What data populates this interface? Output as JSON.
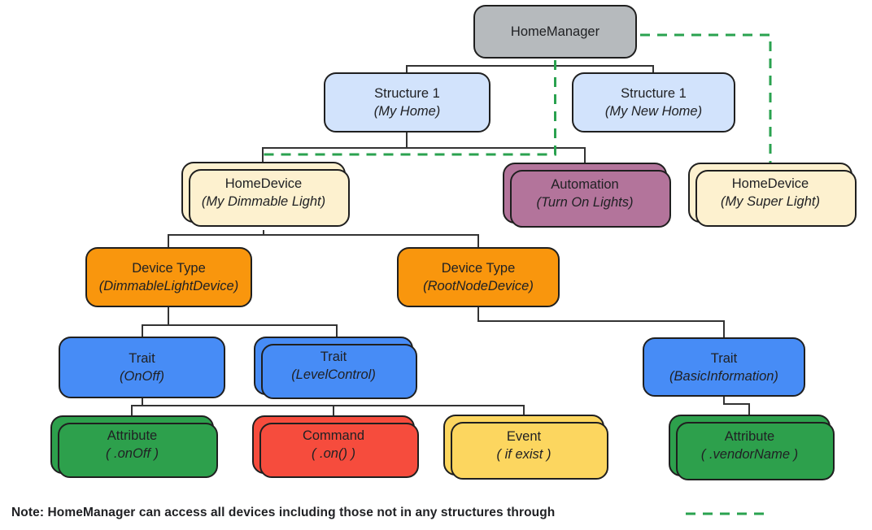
{
  "nodes": {
    "homemanager": {
      "title": "HomeManager",
      "subtitle": ""
    },
    "structure_my_home": {
      "title": "Structure 1",
      "subtitle": "(My Home)"
    },
    "structure_my_new_home": {
      "title": "Structure 1",
      "subtitle": "(My New Home)"
    },
    "homedevice_dimmable": {
      "title": "HomeDevice",
      "subtitle": "(My Dimmable Light)"
    },
    "automation": {
      "title": "Automation",
      "subtitle": "(Turn On Lights)"
    },
    "homedevice_super": {
      "title": "HomeDevice",
      "subtitle": "(My Super Light)"
    },
    "devicetype_dimmable": {
      "title": "Device Type",
      "subtitle": "(DimmableLightDevice)"
    },
    "devicetype_rootnode": {
      "title": "Device Type",
      "subtitle": "(RootNodeDevice)"
    },
    "trait_onoff": {
      "title": "Trait",
      "subtitle": "(OnOff)"
    },
    "trait_levelcontrol": {
      "title": "Trait",
      "subtitle": "(LevelControl)"
    },
    "trait_basicinformation": {
      "title": "Trait",
      "subtitle": "(BasicInformation)"
    },
    "attribute_onoff": {
      "title": "Attribute",
      "subtitle": "( .onOff )"
    },
    "command_on": {
      "title": "Command",
      "subtitle": "( .on() )"
    },
    "event_if_exist": {
      "title": "Event",
      "subtitle": "( if exist )"
    },
    "attribute_vendorname": {
      "title": "Attribute",
      "subtitle": "( .vendorName )"
    }
  },
  "edges": {
    "solid": [
      [
        "HomeManager",
        "Structure 1 (My Home)"
      ],
      [
        "HomeManager",
        "Structure 1 (My New Home)"
      ],
      [
        "Structure 1 (My Home)",
        "HomeDevice (My Dimmable Light)"
      ],
      [
        "Structure 1 (My Home)",
        "Automation (Turn On Lights)"
      ],
      [
        "HomeDevice (My Dimmable Light)",
        "Device Type (DimmableLightDevice)"
      ],
      [
        "HomeDevice (My Dimmable Light)",
        "Device Type (RootNodeDevice)"
      ],
      [
        "Device Type (DimmableLightDevice)",
        "Trait (OnOff)"
      ],
      [
        "Device Type (DimmableLightDevice)",
        "Trait (LevelControl)"
      ],
      [
        "Device Type (RootNodeDevice)",
        "Trait (BasicInformation)"
      ],
      [
        "Trait (OnOff)",
        "Attribute ( .onOff )"
      ],
      [
        "Trait (OnOff)",
        "Command ( .on() )"
      ],
      [
        "Trait (OnOff)",
        "Event ( if exist )"
      ],
      [
        "Trait (BasicInformation)",
        "Attribute ( .vendorName )"
      ]
    ],
    "dashed_green": [
      [
        "HomeManager",
        "HomeDevice (My Dimmable Light)"
      ],
      [
        "HomeManager",
        "HomeDevice (My Super Light)"
      ]
    ]
  },
  "note": {
    "text": "Note: HomeManager can access all devices including those not in any structures through",
    "legend": "green-dashed-line"
  },
  "colors": {
    "gray": "#b6babd",
    "blue-light": "#d2e3fc",
    "cream": "#fdf1cf",
    "purple": "#b3749b",
    "orange": "#f9960d",
    "blue": "#478cf6",
    "green": "#2da04c",
    "red": "#f64c3d",
    "yellow": "#fcd65f",
    "line": "#333333",
    "green-dash": "#2aa24f",
    "text": "#202124"
  }
}
